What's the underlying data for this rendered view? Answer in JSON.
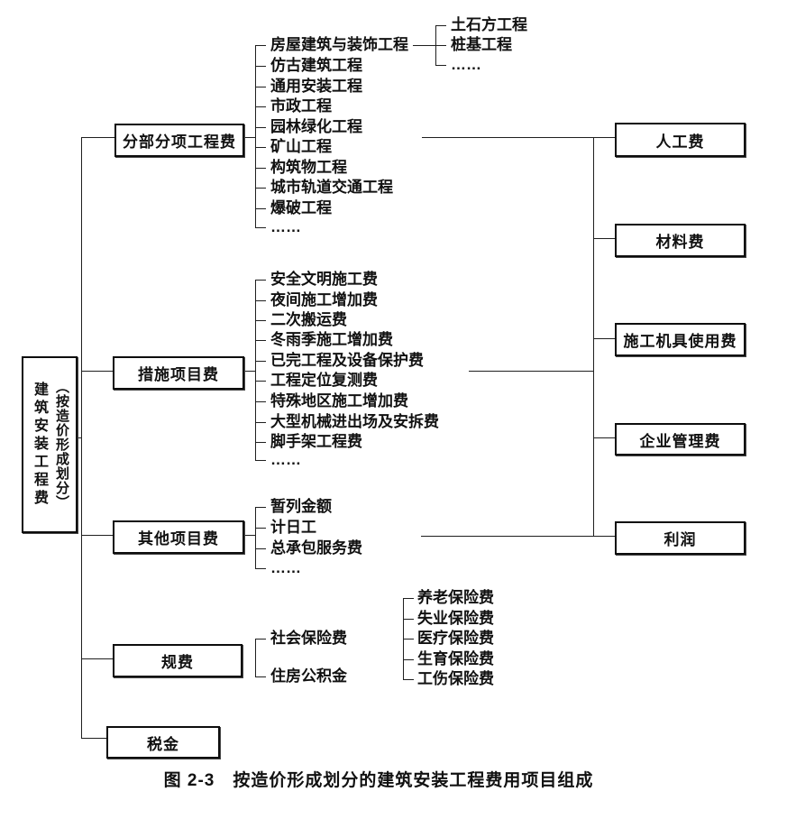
{
  "root": {
    "label": "建筑安装工程费",
    "sublabel": "（按造价形成划分）"
  },
  "caption": "图 2-3　按造价形成划分的建筑安装工程费用项目组成",
  "categories": [
    {
      "label": "分部分项工程费",
      "items": [
        "房屋建筑与装饰工程",
        "仿古建筑工程",
        "通用安装工程",
        "市政工程",
        "园林绿化工程",
        "矿山工程",
        "构筑物工程",
        "城市轨道交通工程",
        "爆破工程",
        "……"
      ]
    },
    {
      "label": "措施项目费",
      "items": [
        "安全文明施工费",
        "夜间施工增加费",
        "二次搬运费",
        "冬雨季施工增加费",
        "已完工程及设备保护费",
        "工程定位复测费",
        "特殊地区施工增加费",
        "大型机械进出场及安拆费",
        "脚手架工程费",
        "……"
      ]
    },
    {
      "label": "其他项目费",
      "items": [
        "暂列金额",
        "计日工",
        "总承包服务费",
        "……"
      ]
    },
    {
      "label": "规费",
      "items": [
        "社会保险费",
        "住房公积金"
      ]
    },
    {
      "label": "税金",
      "items": []
    }
  ],
  "building_sub_items": [
    "土石方工程",
    "桩基工程",
    "……"
  ],
  "social_insurance_items": [
    "养老保险费",
    "失业保险费",
    "医疗保险费",
    "生育保险费",
    "工伤保险费"
  ],
  "cost_elements": [
    "人工费",
    "材料费",
    "施工机具使用费",
    "企业管理费",
    "利润"
  ],
  "colors": {
    "line": "#1f1f1f",
    "text": "#111111",
    "background": "#ffffff"
  }
}
